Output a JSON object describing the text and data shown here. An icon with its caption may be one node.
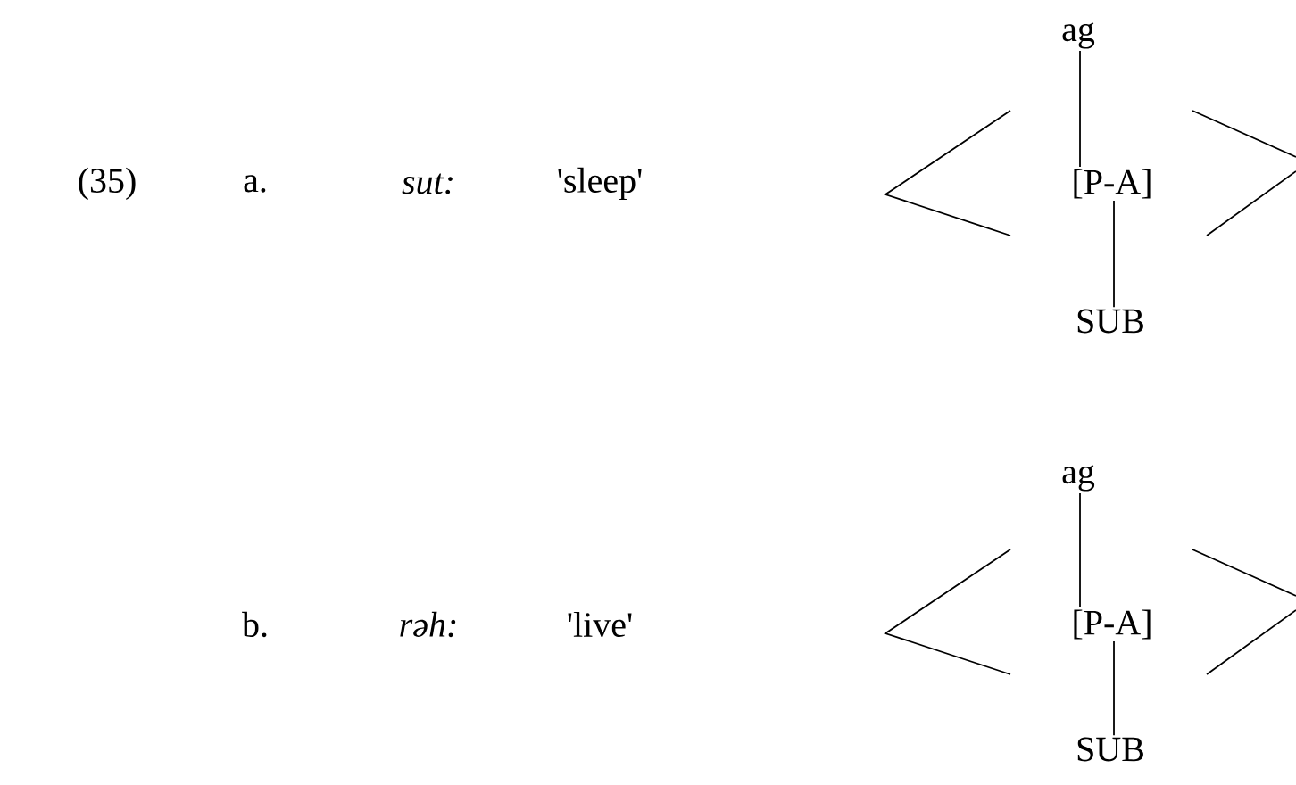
{
  "diagram": {
    "nodes": [
      {
        "text": [
          "ag"
        ]
      },
      {
        "text": [
          "[P-A]"
        ]
      },
      {
        "text": [
          "SUB"
        ]
      },
      {
        "text": [
          "ag"
        ]
      },
      {
        "text": [
          "[P-A]"
        ]
      },
      {
        "text": [
          "SUB"
        ]
      }
    ],
    "edges": [
      {
        "from": 0,
        "to": 1,
        "arrow": "none"
      },
      {
        "from": 1,
        "to": 2,
        "arrow": "none"
      },
      {
        "from": 3,
        "to": 4,
        "arrow": "none"
      },
      {
        "from": 4,
        "to": 5,
        "arrow": "none"
      }
    ],
    "labels": [
      "(35)",
      "a.",
      "sut:",
      "'sleep'",
      "b.",
      "rəh:",
      "'live'"
    ]
  }
}
